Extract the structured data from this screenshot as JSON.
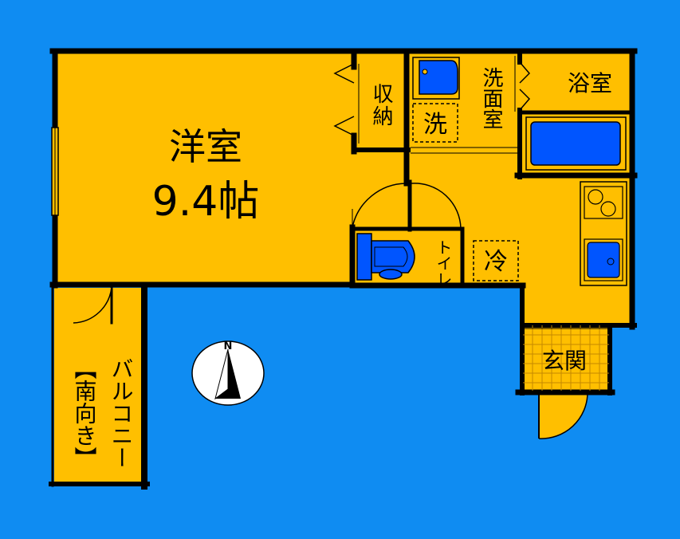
{
  "colors": {
    "background": "#0f8cf2",
    "room": "#ffbf00",
    "fixture": "#0055ff",
    "wall": "#000000"
  },
  "rooms": {
    "western_room": {
      "name": "洋室",
      "size": "9.4帖"
    },
    "storage": {
      "label": "収納"
    },
    "washroom": {
      "label": "洗面室"
    },
    "washer": {
      "label": "洗"
    },
    "bathroom": {
      "label": "浴室"
    },
    "toilet": {
      "label": "トイレ"
    },
    "fridge": {
      "label": "冷"
    },
    "entrance": {
      "label": "玄関"
    },
    "balcony": {
      "label": "バルコニー",
      "orientation": "【南向き】"
    }
  },
  "compass": {
    "label": "N"
  },
  "icons": [
    "bathtub-icon",
    "toilet-icon",
    "washbasin-icon",
    "stove-icon",
    "sink-icon",
    "compass-icon"
  ]
}
